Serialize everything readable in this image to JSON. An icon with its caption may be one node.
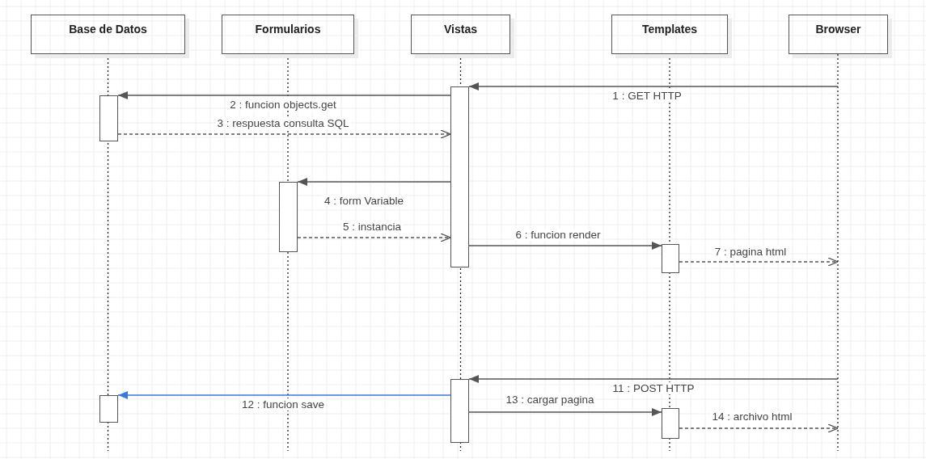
{
  "diagram": {
    "nodes": [
      {
        "text": [
          "Base de Datos"
        ]
      },
      {
        "text": [
          "Formularios"
        ]
      },
      {
        "text": [
          "Vistas"
        ]
      },
      {
        "text": [
          "Templates"
        ]
      },
      {
        "text": [
          "Browser"
        ]
      },
      {
        "text": [],
        "shape": "bar"
      },
      {
        "text": [],
        "shape": "bar"
      },
      {
        "text": [],
        "shape": "bar"
      },
      {
        "text": [],
        "shape": "bar"
      },
      {
        "text": [],
        "shape": "bar"
      },
      {
        "text": [],
        "shape": "bar"
      },
      {
        "text": [],
        "shape": "bar"
      },
      {
        "text": [],
        "shape": "line"
      }
    ],
    "edges": [
      {
        "from": 12,
        "to": 5,
        "arrow": "to",
        "label": "1 : GET HTTP"
      },
      {
        "from": 5,
        "to": 6,
        "arrow": "to",
        "label": "2 : funcion objects.get"
      },
      {
        "from": 6,
        "to": 5,
        "arrow": "to",
        "label": "3 : respuesta consulta SQL",
        "style": "dashed"
      },
      {
        "from": 5,
        "to": 7,
        "arrow": "to",
        "label": "4 : form Variable"
      },
      {
        "from": 7,
        "to": 5,
        "arrow": "to",
        "label": "5 : instancia",
        "style": "dashed"
      },
      {
        "from": 5,
        "to": 8,
        "arrow": "to",
        "label": "6 : funcion render"
      },
      {
        "from": 8,
        "to": 12,
        "arrow": "to",
        "label": "7 : pagina html",
        "style": "dashed"
      },
      {
        "from": 12,
        "to": 9,
        "arrow": "to",
        "label": "11 : POST HTTP"
      },
      {
        "from": 9,
        "to": 10,
        "arrow": "to",
        "label": "12 : funcion save",
        "color": "#3c78d8"
      },
      {
        "from": 9,
        "to": 11,
        "arrow": "to",
        "label": "13 : cargar pagina"
      },
      {
        "from": 11,
        "to": 12,
        "arrow": "to",
        "label": "14 : archivo html",
        "style": "dashed"
      }
    ]
  }
}
